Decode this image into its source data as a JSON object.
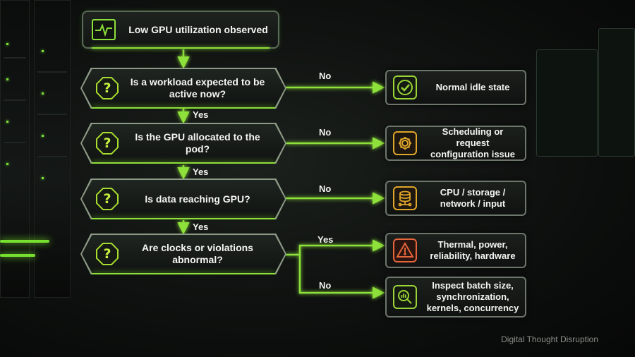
{
  "start": {
    "label": "Low GPU utilization observed",
    "icon": "heartbeat-monitor-icon"
  },
  "decisions": [
    {
      "question": "Is a workload expected to be active now?",
      "icon": "question-icon"
    },
    {
      "question": "Is the GPU allocated to the pod?",
      "icon": "question-icon"
    },
    {
      "question": "Is data reaching GPU?",
      "icon": "question-icon"
    },
    {
      "question": "Are clocks or violations abnormal?",
      "icon": "question-icon"
    }
  ],
  "outcomes": [
    {
      "label": "Normal idle state",
      "icon": "checkmark-icon",
      "accent": "#9ad436"
    },
    {
      "label": "Scheduling or request configuration issue",
      "icon": "gear-icon",
      "accent": "#e0a62a"
    },
    {
      "label": "CPU / storage / network / input",
      "icon": "database-icon",
      "accent": "#e0a62a"
    },
    {
      "label": "Thermal, power, reliability, hardware",
      "icon": "thermometer-warning-icon",
      "accent": "#e4663a"
    },
    {
      "label": "Inspect batch size, synchronization, kernels, concurrency",
      "icon": "chart-magnifier-icon",
      "accent": "#9ad436"
    }
  ],
  "edge_labels": {
    "yes": "Yes",
    "no": "No"
  },
  "watermark": "Digital Thought Disruption",
  "colors": {
    "arrow": "#8ee03a",
    "accent": "#c6f03e"
  }
}
